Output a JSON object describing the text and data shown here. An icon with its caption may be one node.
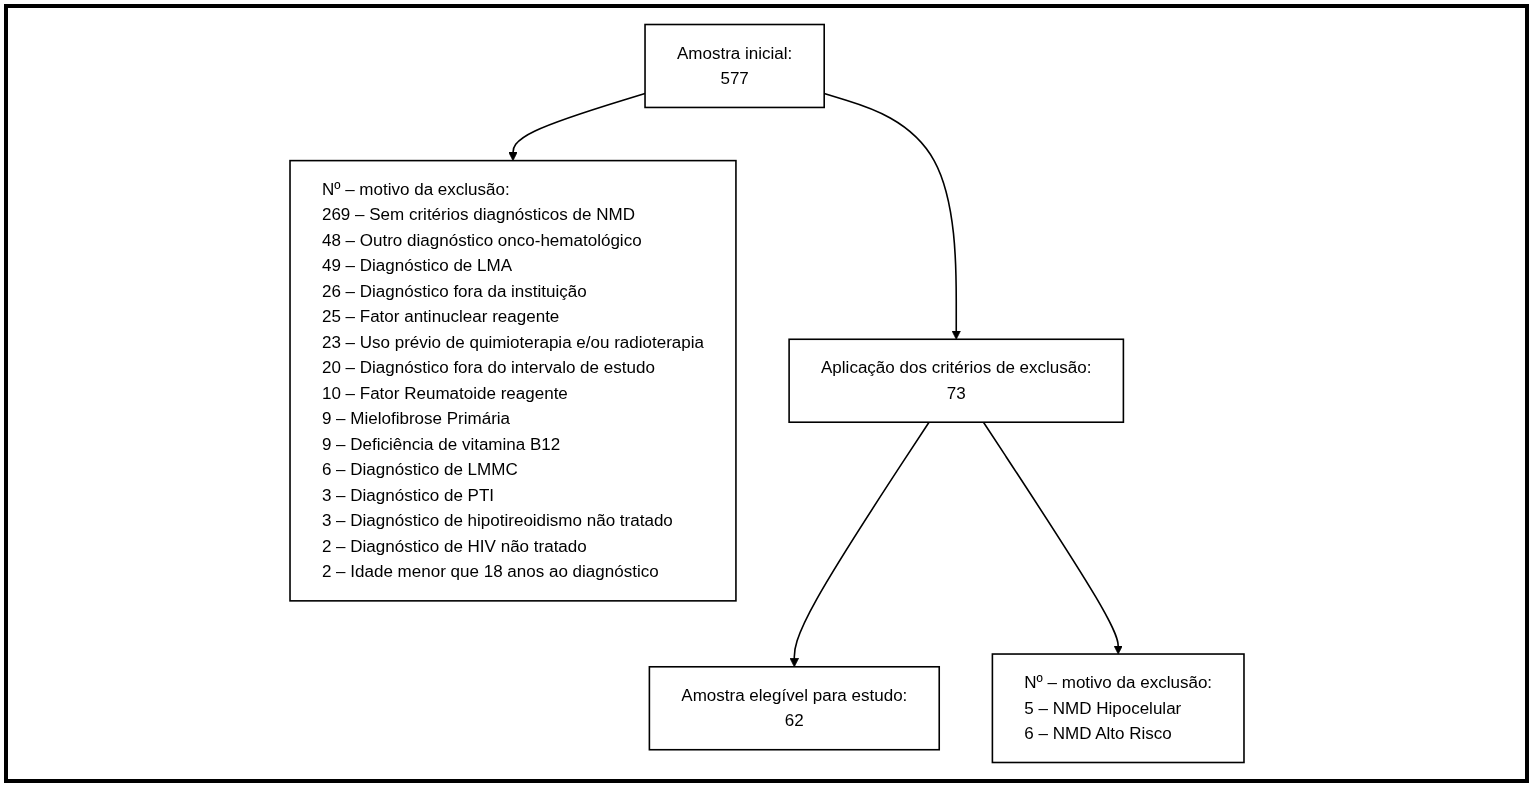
{
  "diagram": {
    "nodes": [
      {
        "text": [
          "Amostra inicial:",
          "577"
        ]
      },
      {
        "text": [
          "Nº – motivo da exclusão:",
          "269 – Sem critérios diagnósticos de NMD",
          "48 – Outro diagnóstico onco-hematológico",
          "49 – Diagnóstico de LMA",
          "26 – Diagnóstico fora da instituição",
          "25 – Fator antinuclear reagente",
          "23 – Uso prévio de quimioterapia e/ou radioterapia",
          "20 – Diagnóstico fora do intervalo de estudo",
          "10 – Fator Reumatoide reagente",
          "9 – Mielofibrose Primária",
          "9 – Deficiência de vitamina B12",
          "6 – Diagnóstico de LMMC",
          "3 – Diagnóstico de PTI",
          "3 – Diagnóstico de hipotireoidismo não tratado",
          "2 – Diagnóstico de HIV não tratado",
          "2 – Idade menor que 18 anos ao diagnóstico"
        ]
      },
      {
        "text": [
          "Aplicação dos critérios de exclusão:",
          "73"
        ]
      },
      {
        "text": [
          "Nº – motivo da exclusão:",
          "5 – NMD Hipocelular",
          "6 – NMD Alto Risco"
        ]
      },
      {
        "text": [
          "Amostra elegível para estudo:",
          "62"
        ]
      }
    ],
    "edges": [
      {
        "from": 0,
        "to": 2,
        "arrow": "to"
      },
      {
        "from": 0,
        "to": 1,
        "arrow": "to"
      },
      {
        "from": 2,
        "to": 4,
        "arrow": "to"
      },
      {
        "from": 2,
        "to": 3,
        "arrow": "to"
      }
    ]
  }
}
